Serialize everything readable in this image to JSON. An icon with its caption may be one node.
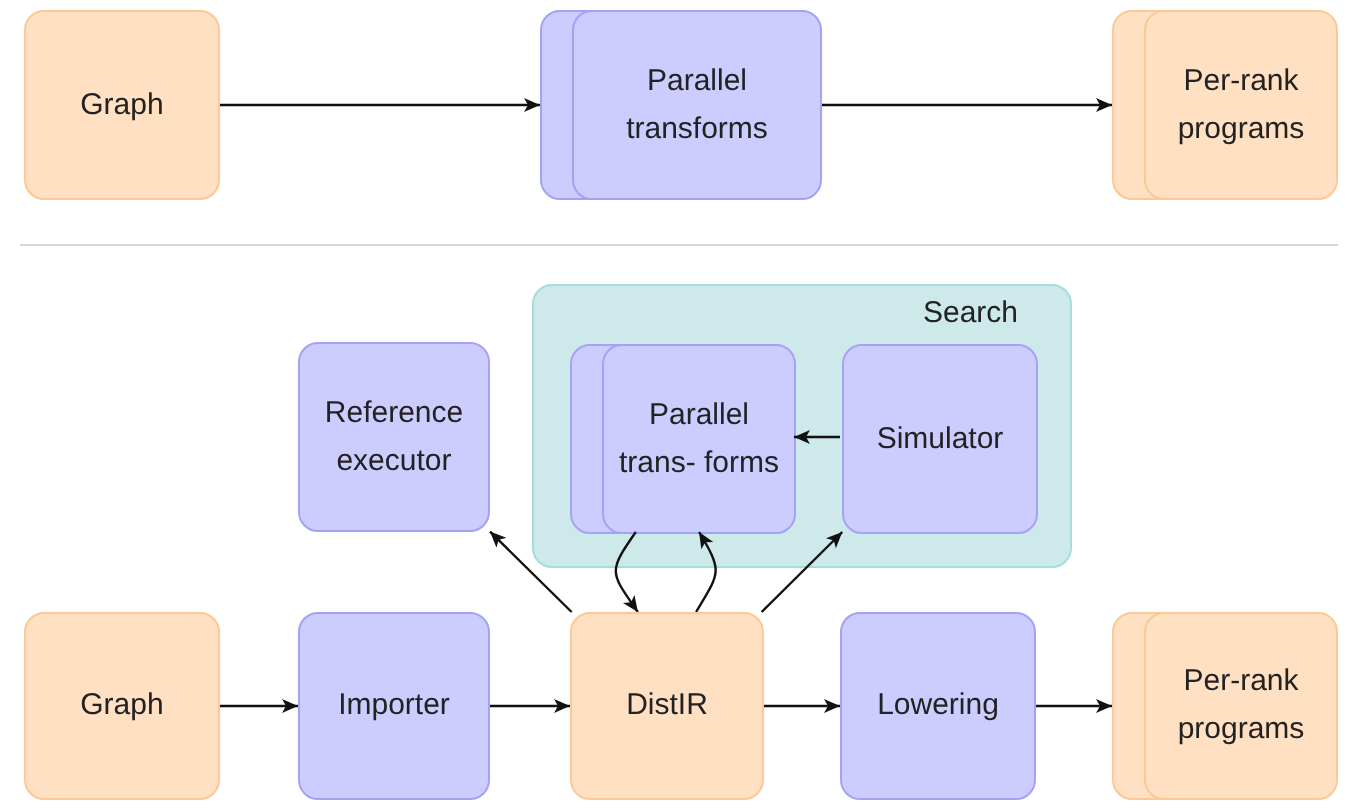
{
  "diagram": {
    "nodes": [
      {
        "text": [
          "Graph"
        ]
      },
      {
        "text": [
          "Parallel transforms"
        ]
      },
      {
        "text": [
          "Per-rank programs"
        ]
      },
      {
        "text": [
          "Search"
        ]
      },
      {
        "text": [
          "Reference executor"
        ]
      },
      {
        "text": [
          "Parallel trans- forms"
        ],
        "in": 3
      },
      {
        "text": [
          "Simulator"
        ],
        "in": 3
      },
      {
        "text": [
          "Graph"
        ]
      },
      {
        "text": [
          "Importer"
        ]
      },
      {
        "text": [
          "DistIR"
        ]
      },
      {
        "text": [
          "Lowering"
        ]
      },
      {
        "text": [
          "Per-rank programs"
        ]
      }
    ],
    "edges": [
      {
        "from": 0,
        "to": 1,
        "arrow": "to"
      },
      {
        "from": 1,
        "to": 2,
        "arrow": "to"
      },
      {
        "from": 6,
        "to": 5,
        "arrow": "to"
      },
      {
        "from": 9,
        "to": 4,
        "arrow": "to"
      },
      {
        "from": 5,
        "to": 9,
        "arrow": "to"
      },
      {
        "from": 9,
        "to": 5,
        "arrow": "to"
      },
      {
        "from": 9,
        "to": 6,
        "arrow": "to"
      },
      {
        "from": 7,
        "to": 8,
        "arrow": "to"
      },
      {
        "from": 8,
        "to": 9,
        "arrow": "to"
      },
      {
        "from": 9,
        "to": 10,
        "arrow": "to"
      },
      {
        "from": 10,
        "to": 11,
        "arrow": "to"
      }
    ]
  }
}
